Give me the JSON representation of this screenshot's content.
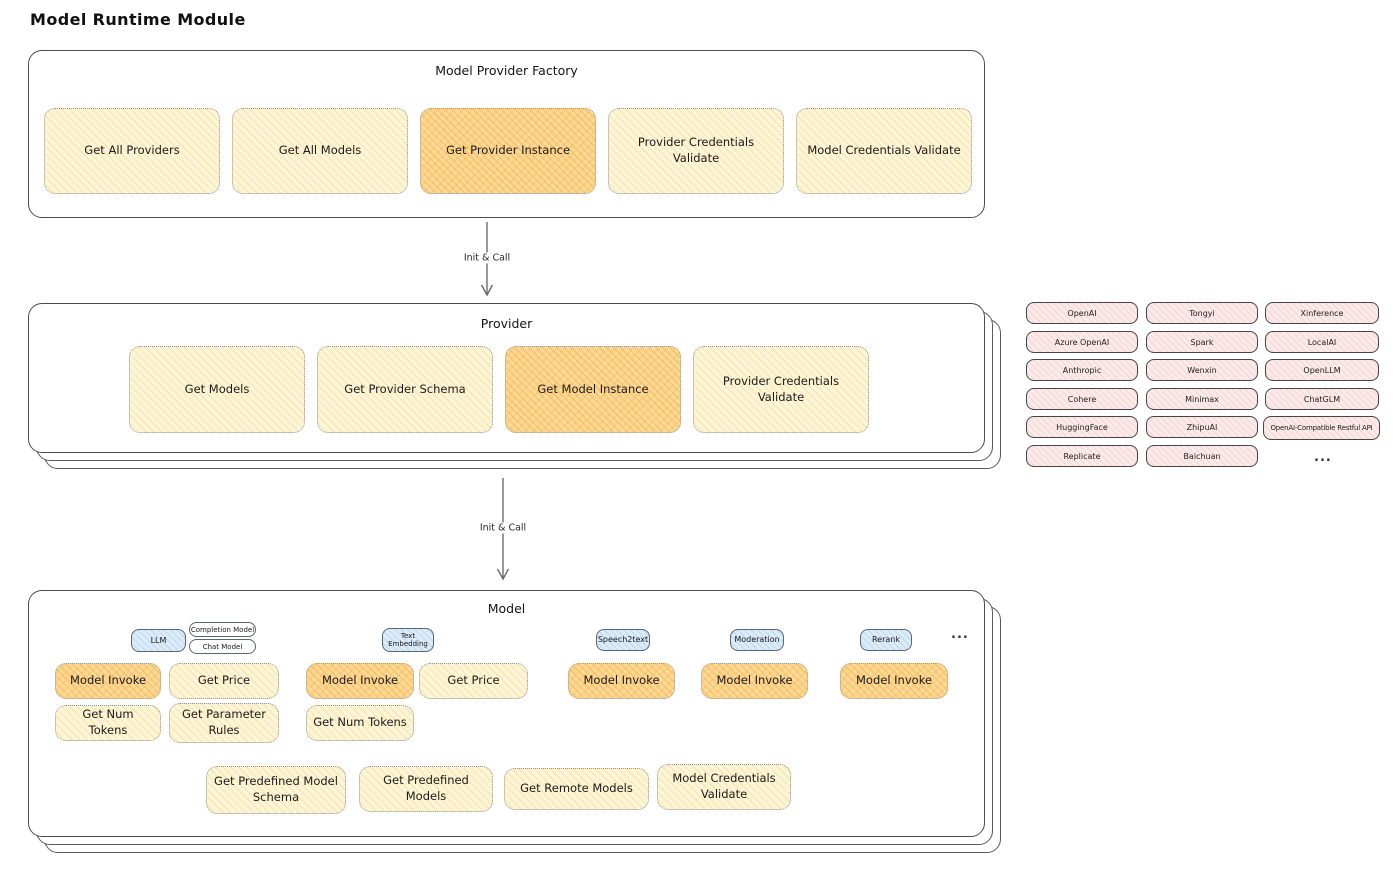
{
  "page_title": "Model Runtime Module",
  "arrows": [
    {
      "label": "Init & Call"
    },
    {
      "label": "Init & Call"
    }
  ],
  "factory": {
    "title": "Model Provider Factory",
    "buttons": [
      {
        "label": "Get All Providers",
        "highlight": false
      },
      {
        "label": "Get All Models",
        "highlight": false
      },
      {
        "label": "Get Provider Instance",
        "highlight": true
      },
      {
        "label": "Provider Credentials Validate",
        "highlight": false
      },
      {
        "label": "Model Credentials Validate",
        "highlight": false
      }
    ]
  },
  "provider": {
    "title": "Provider",
    "buttons": [
      {
        "label": "Get Models",
        "highlight": false
      },
      {
        "label": "Get Provider Schema",
        "highlight": false
      },
      {
        "label": "Get Model Instance",
        "highlight": true
      },
      {
        "label": "Provider Credentials Validate",
        "highlight": false
      }
    ]
  },
  "model": {
    "title": "Model",
    "groups": [
      {
        "tag": "LLM",
        "subtags": [
          "Completion Model",
          "Chat Model"
        ],
        "buttons": [
          {
            "label": "Model Invoke",
            "highlight": true
          },
          {
            "label": "Get Price",
            "highlight": false
          },
          {
            "label": "Get Num Tokens",
            "highlight": false
          },
          {
            "label": "Get Parameter Rules",
            "highlight": false
          }
        ]
      },
      {
        "tag": "Text Embedding",
        "buttons": [
          {
            "label": "Model Invoke",
            "highlight": true
          },
          {
            "label": "Get Price",
            "highlight": false
          },
          {
            "label": "Get Num Tokens",
            "highlight": false
          }
        ]
      },
      {
        "tag": "Speech2text",
        "buttons": [
          {
            "label": "Model Invoke",
            "highlight": true
          }
        ]
      },
      {
        "tag": "Moderation",
        "buttons": [
          {
            "label": "Model Invoke",
            "highlight": true
          }
        ]
      },
      {
        "tag": "Rerank",
        "buttons": [
          {
            "label": "Model Invoke",
            "highlight": true
          }
        ]
      }
    ],
    "more_label": "...",
    "bottom_buttons": [
      "Get Predefined Model Schema",
      "Get Predefined Models",
      "Get Remote Models",
      "Model Credentials Validate"
    ]
  },
  "providers_list": {
    "columns": [
      [
        "OpenAI",
        "Azure OpenAI",
        "Anthropic",
        "Cohere",
        "HuggingFace",
        "Replicate"
      ],
      [
        "Tongyi",
        "Spark",
        "Wenxin",
        "Minimax",
        "ZhipuAI",
        "Baichuan"
      ],
      [
        "Xinference",
        "LocalAI",
        "OpenLLM",
        "ChatGLM",
        "OpenAI-Compatible Restful API"
      ]
    ],
    "more_label": "..."
  },
  "colors": {
    "button_yellow": "#fdf5d9",
    "button_orange_highlight": "#fcd996",
    "model_type_blue": "#dcebf8",
    "provider_pink": "#fbeaea",
    "outline_dark": "#4d4d4d",
    "dotted_border": "#929292"
  }
}
